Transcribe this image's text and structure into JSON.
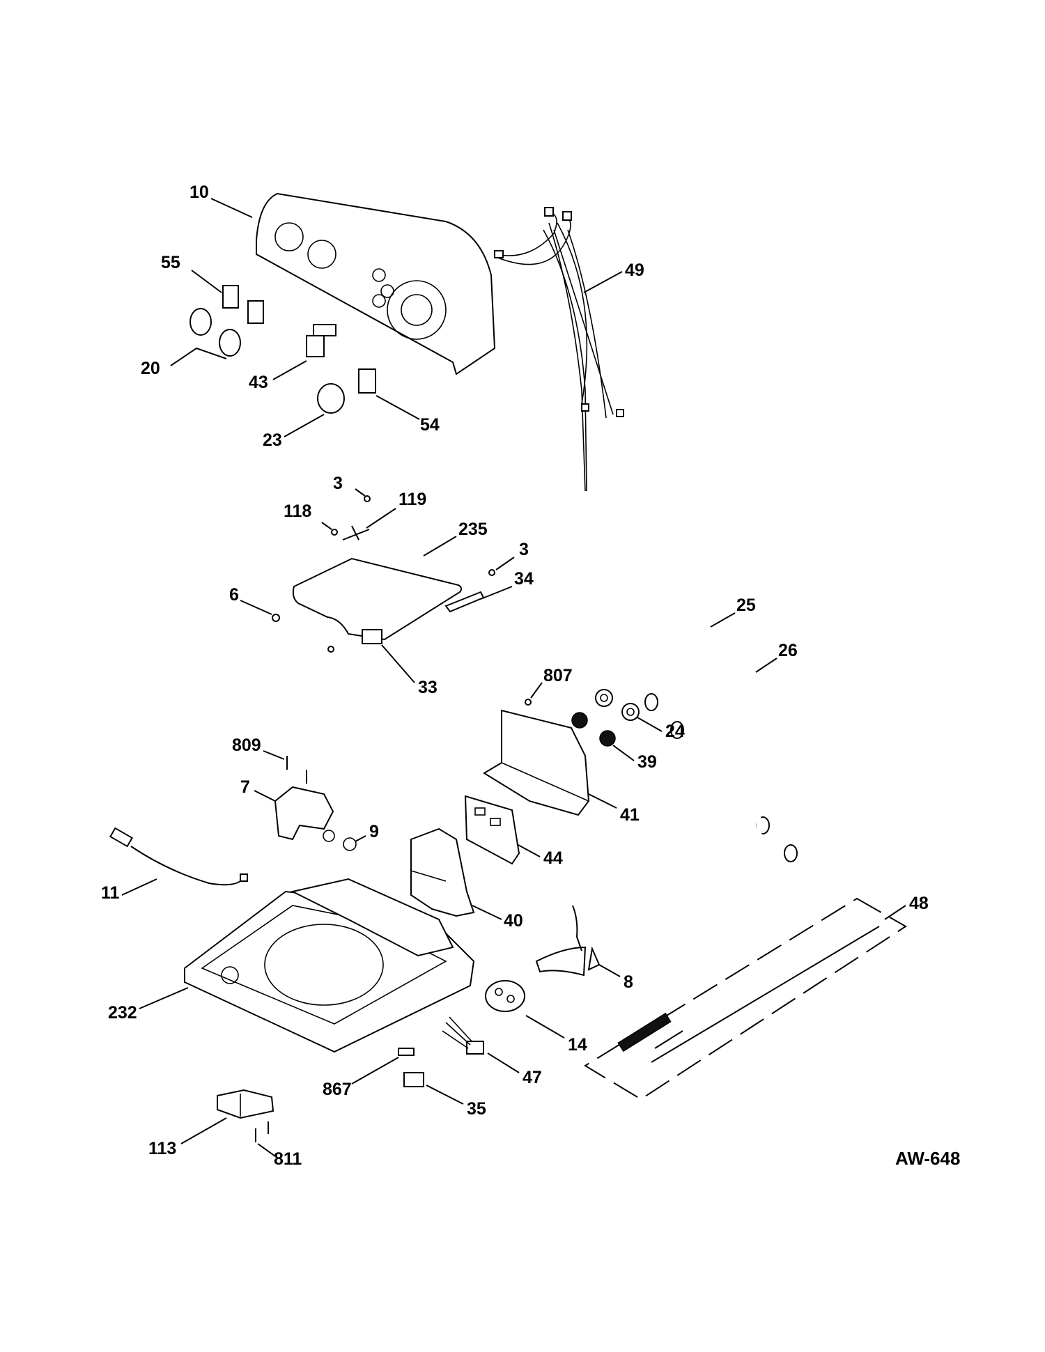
{
  "diagram": {
    "reference_code": "AW-648",
    "callouts": {
      "c10": "10",
      "c55": "55",
      "c20": "20",
      "c43": "43",
      "c23": "23",
      "c54": "54",
      "c49": "49",
      "c3a": "3",
      "c118": "118",
      "c119": "119",
      "c235": "235",
      "c3b": "3",
      "c34": "34",
      "c6": "6",
      "c33": "33",
      "c25": "25",
      "c26": "26",
      "c807": "807",
      "c24": "24",
      "c39": "39",
      "c809": "809",
      "c7": "7",
      "c9": "9",
      "c41": "41",
      "c44": "44",
      "c11": "11",
      "c40": "40",
      "c48": "48",
      "c8": "8",
      "c232": "232",
      "c14": "14",
      "c47": "47",
      "c867": "867",
      "c35": "35",
      "c113": "113",
      "c811": "811"
    }
  }
}
